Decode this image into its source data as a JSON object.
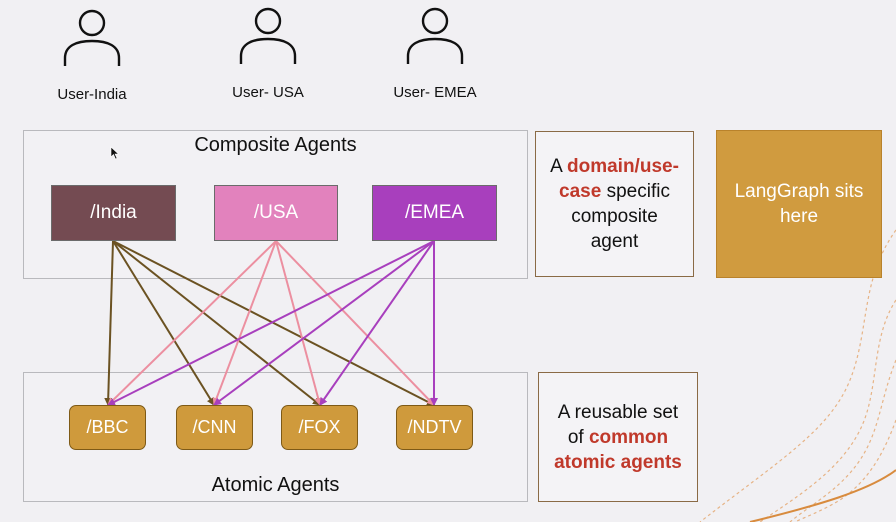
{
  "users": [
    {
      "label": "User-India"
    },
    {
      "label": "User- USA"
    },
    {
      "label": "User- EMEA"
    }
  ],
  "composite_panel": {
    "title": "Composite Agents"
  },
  "atomic_panel": {
    "title": "Atomic Agents"
  },
  "composite_agents": [
    {
      "label": "/India",
      "color": "#744b52"
    },
    {
      "label": "/USA",
      "color": "#e282bd"
    },
    {
      "label": "/EMEA",
      "color": "#a83fbd"
    }
  ],
  "atomic_agents": [
    {
      "label": "/BBC"
    },
    {
      "label": "/CNN"
    },
    {
      "label": "/FOX"
    },
    {
      "label": "/NDTV"
    }
  ],
  "note_composite": {
    "pre": "A ",
    "highlight": "domain/use-case",
    "post": " specific composite agent"
  },
  "note_atomic": {
    "pre": "A reusable set of ",
    "highlight": "common atomic agents",
    "post": ""
  },
  "langgraph": {
    "text": "LangGraph sits here"
  },
  "connections": {
    "colors": {
      "India": "#6b5222",
      "USA": "#ec8fa0",
      "EMEA": "#a83fbd"
    },
    "edges": [
      {
        "from": "/India",
        "to": [
          "/BBC",
          "/CNN",
          "/FOX",
          "/NDTV"
        ]
      },
      {
        "from": "/USA",
        "to": [
          "/BBC",
          "/CNN",
          "/FOX",
          "/NDTV"
        ]
      },
      {
        "from": "/EMEA",
        "to": [
          "/BBC",
          "/CNN",
          "/FOX",
          "/NDTV"
        ]
      }
    ]
  }
}
